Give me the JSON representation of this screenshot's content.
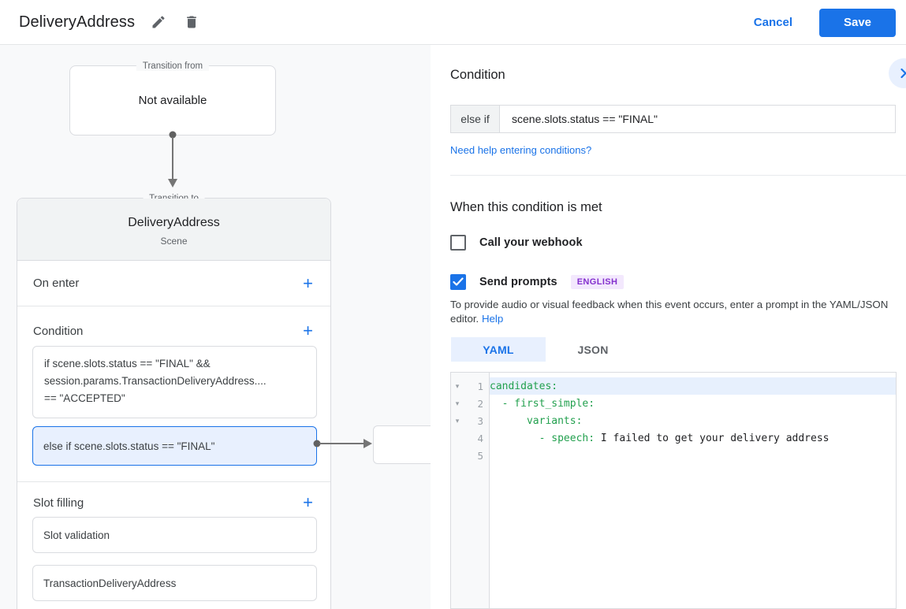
{
  "topbar": {
    "title": "DeliveryAddress",
    "cancel_label": "Cancel",
    "save_label": "Save"
  },
  "flow": {
    "transition_from_label": "Transition from",
    "transition_from_value": "Not available",
    "transition_to_label": "Transition to",
    "scene_name": "DeliveryAddress",
    "scene_type": "Scene",
    "on_enter_label": "On enter",
    "condition_label": "Condition",
    "slot_filling_label": "Slot filling",
    "add_label": "+",
    "conditions": [
      {
        "lines": [
          "if scene.slots.status == \"FINAL\" &&",
          "session.params.TransactionDeliveryAddress....",
          "== \"ACCEPTED\""
        ]
      },
      {
        "text": "else if scene.slots.status == \"FINAL\"",
        "selected": true
      }
    ],
    "slots": [
      {
        "label": "Slot validation"
      },
      {
        "label": "TransactionDeliveryAddress"
      }
    ]
  },
  "panel": {
    "heading": "Condition",
    "condition_prefix": "else if",
    "condition_value": "scene.slots.status == \"FINAL\"",
    "help_link": "Need help entering conditions?",
    "when_met_heading": "When this condition is met",
    "webhook_label": "Call your webhook",
    "send_prompts_label": "Send prompts",
    "language_badge": "ENGLISH",
    "description": "To provide audio or visual feedback when this event occurs, enter a prompt in the YAML/JSON editor.",
    "description_help_link": "Help",
    "tabs": [
      {
        "label": "YAML",
        "selected": true
      },
      {
        "label": "JSON",
        "selected": false
      }
    ],
    "editor": {
      "lines": [
        {
          "number": "1",
          "fold": "▾",
          "segments": {
            "0": {
              "text": "candidates:"
            }
          }
        },
        {
          "number": "2",
          "fold": "▾",
          "segments": {
            "0": {
              "text": "  - first_simple:"
            }
          }
        },
        {
          "number": "3",
          "fold": "▾",
          "segments": {
            "0": {
              "text": "      variants:"
            }
          }
        },
        {
          "number": "4",
          "fold": "",
          "segments": {
            "0": {
              "text": "        - speech:"
            },
            "1": {
              "text": " I failed to get your delivery address"
            }
          }
        },
        {
          "number": "5",
          "fold": "",
          "segments": {
            "0": {
              "text": ""
            }
          }
        }
      ]
    }
  },
  "colors": {
    "accent_blue": "#1a73e8",
    "selection_blue": "#e8f0fe",
    "code_key_green": "#22a04e",
    "badge_purple_bg": "#f3e8fd",
    "badge_purple_text": "#8430ce",
    "panel_gray": "#f8f9fa",
    "header_gray": "#f1f3f4",
    "border_gray": "#dadce0"
  }
}
